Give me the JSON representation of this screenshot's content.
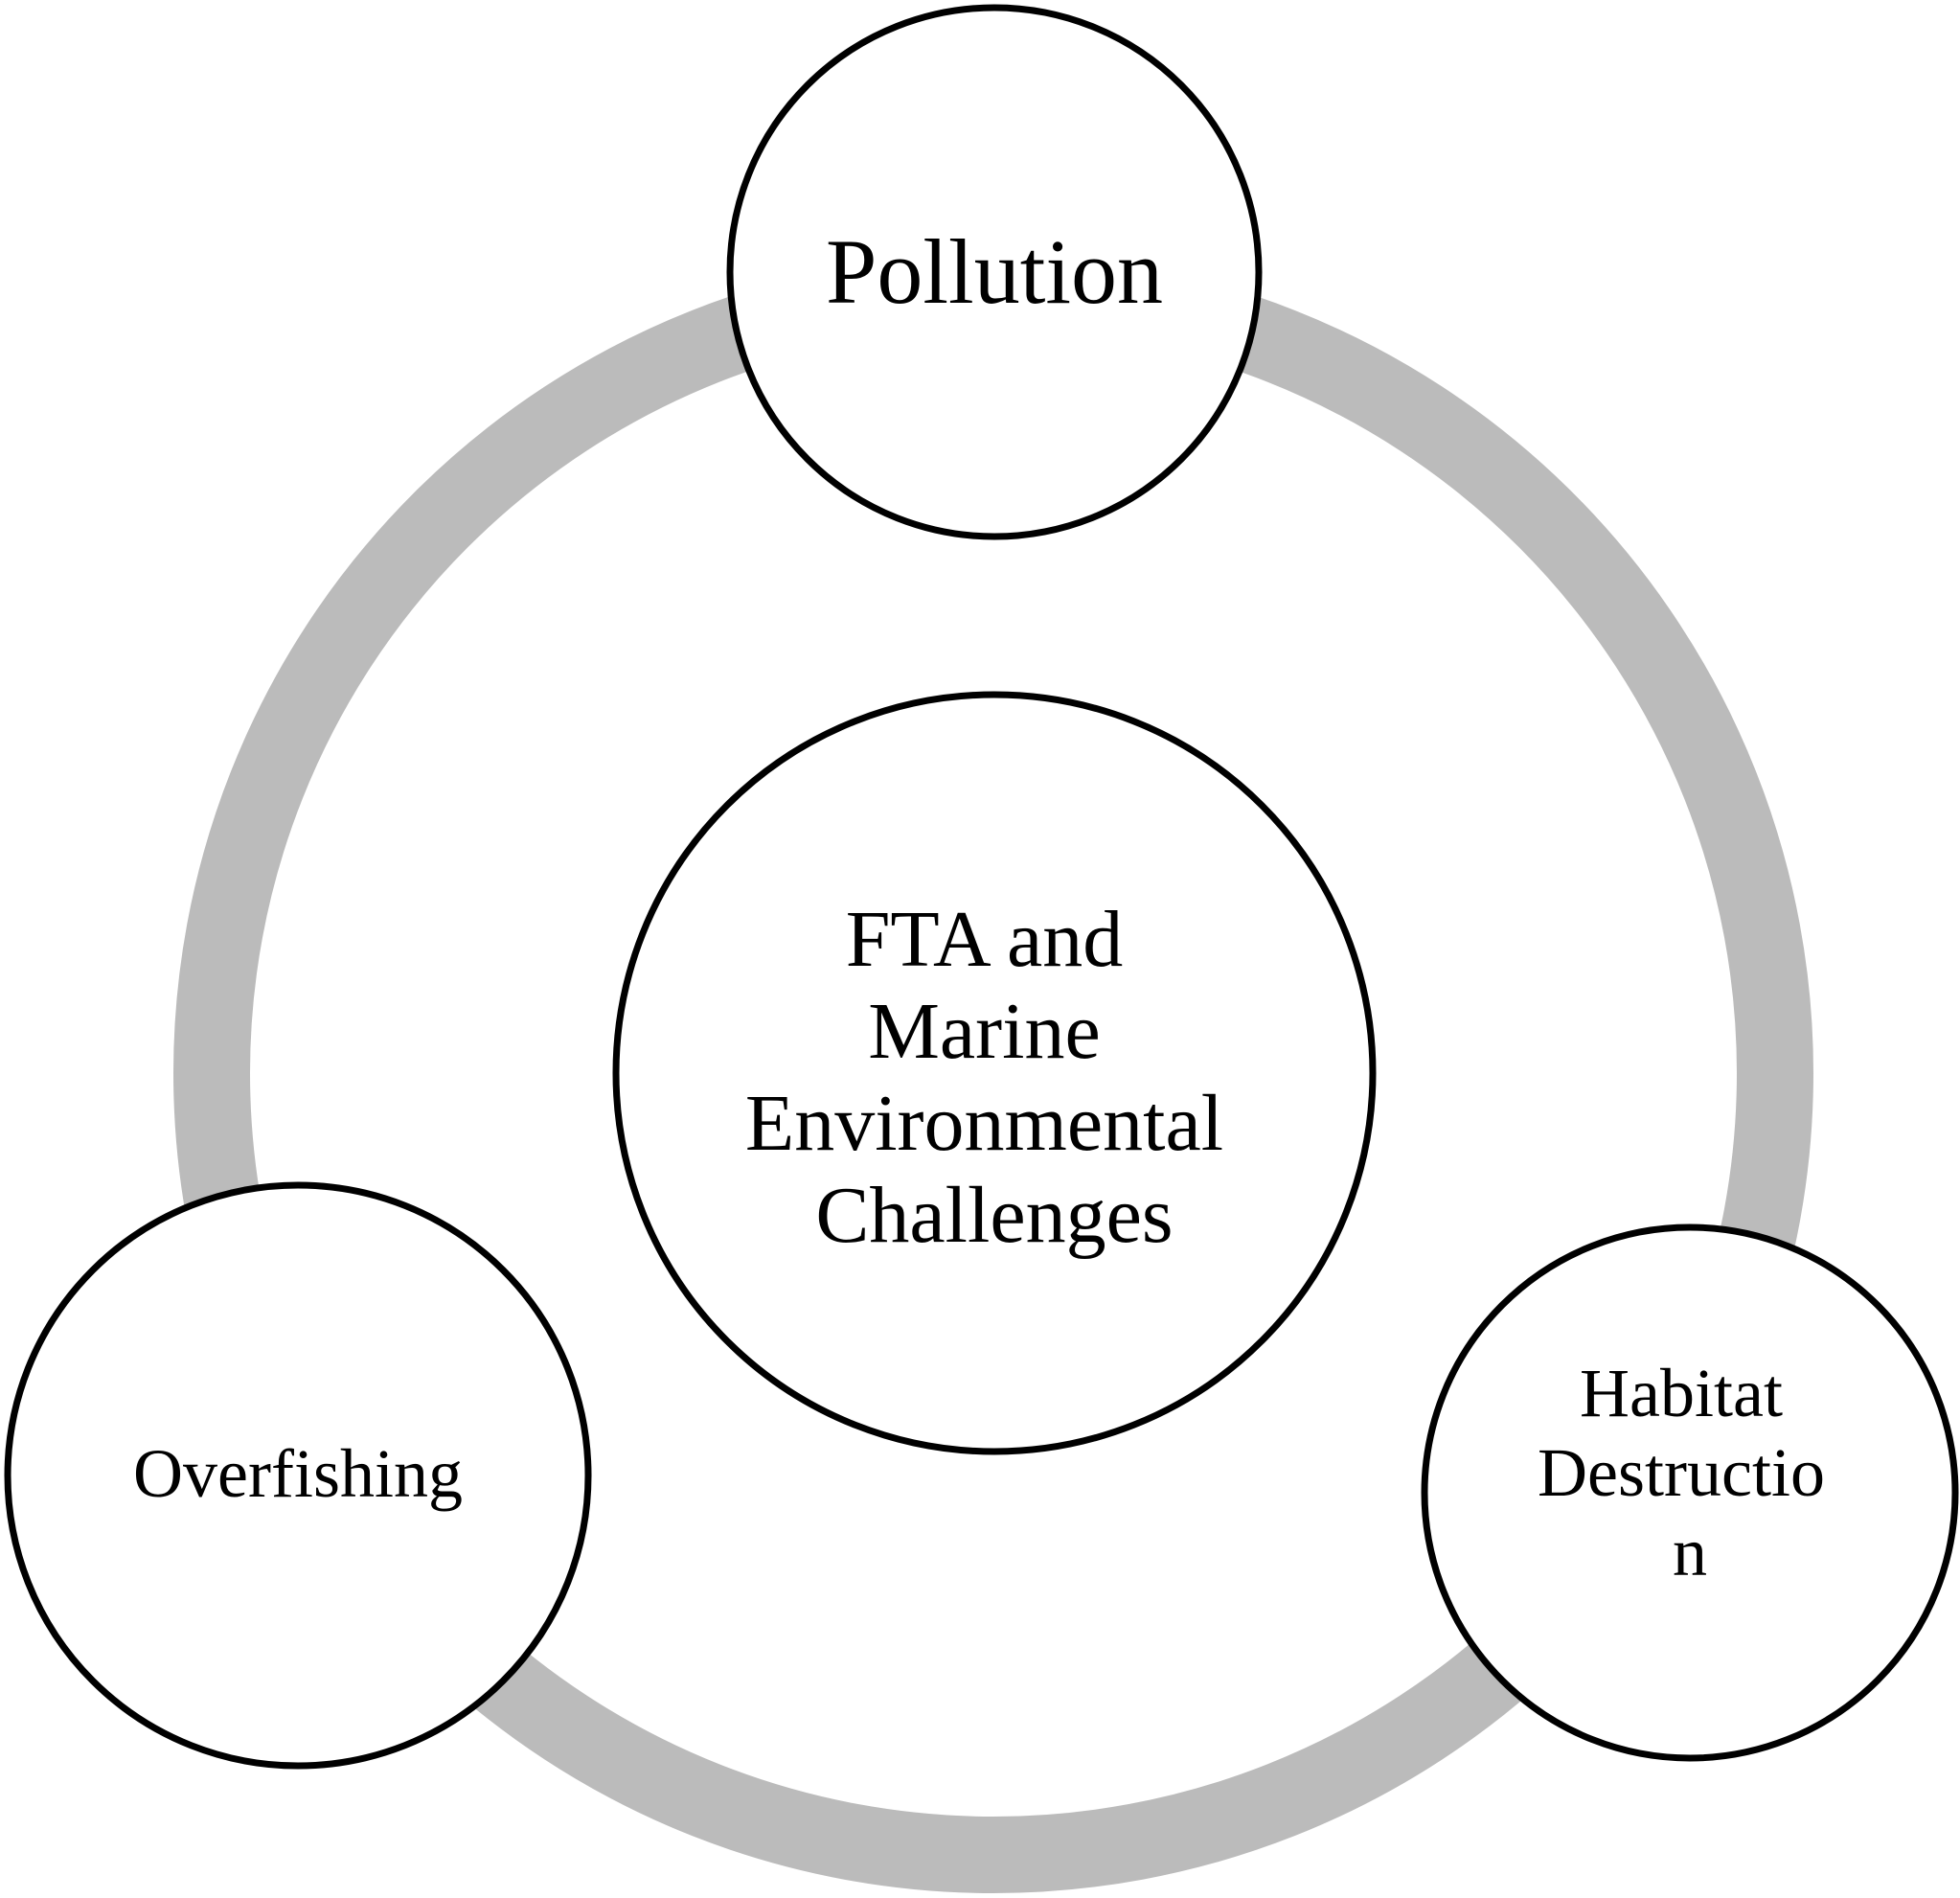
{
  "diagram": {
    "center": {
      "lines": [
        "FTA  and",
        "Marine",
        "Environmental",
        "Challenges"
      ]
    },
    "nodes": {
      "pollution": {
        "lines": [
          "Pollution"
        ]
      },
      "overfishing": {
        "lines": [
          "Overfishing"
        ]
      },
      "habitat_destruction": {
        "lines": [
          "Habitat",
          "Destructio",
          "n"
        ]
      }
    },
    "colors": {
      "ring": "#bbbbbb",
      "outline": "#000000",
      "fill": "#ffffff",
      "text": "#000000"
    }
  }
}
